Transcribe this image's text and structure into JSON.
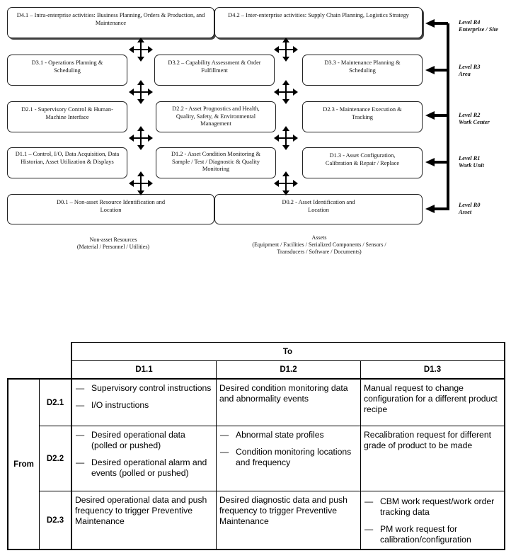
{
  "diagram": {
    "boxes": {
      "d41": "D4.1 – Intra-enterprise activities: Business Planning, Orders & Production, and Maintenance",
      "d42": "D4.2 – Inter-enterprise activities: Supply Chain Planning, Logistics Strategy",
      "d31": "D3.1 - Operations Planning & Scheduling",
      "d32": "D3.2 – Capability Assessment & Order Fulfillment",
      "d33": "D3.3 - Maintenance Planning & Scheduling",
      "d21": "D2.1 - Supervisory Control & Human-Machine Interface",
      "d22": "D2.2 - Asset Prognostics and Health, Quality, Safety, & Environmental Management",
      "d23": "D2.3 - Maintenance Execution & Tracking",
      "d11": "D1.1 – Control, I/O, Data Acquisition, Data Historian, Asset Utilization & Displays",
      "d12": "D1.2 - Asset Condition Monitoring & Sample / Test / Diagnostic & Quality Monitoring",
      "d13": "D1.3 - Asset Configuration, Calibration & Repair / Replace",
      "d01": "D0.1 – Non-asset Resource Identification and Location",
      "d02": "D0.2 - Asset Identification and Location"
    },
    "levels": [
      {
        "name": "Level R4",
        "desc": "Enterprise / Site"
      },
      {
        "name": "Level R3",
        "desc": "Area"
      },
      {
        "name": "Level R2",
        "desc": "Work Center"
      },
      {
        "name": "Level R1",
        "desc": "Work Unit"
      },
      {
        "name": "Level R0",
        "desc": "Asset"
      }
    ],
    "captions": {
      "nonasset_title": "Non-asset Resources",
      "nonasset_detail": "(Material / Personnel / Utilities)",
      "assets_title": "Assets",
      "assets_detail": "(Equipment / Facilities / Serialized Components / Sensors / Transducers / Software / Documents)"
    }
  },
  "table": {
    "to_label": "To",
    "from_label": "From",
    "columns": [
      "D1.1",
      "D1.2",
      "D1.3"
    ],
    "rows": [
      {
        "label": "D2.1",
        "cells": [
          {
            "bullets": [
              "Supervisory control instructions",
              "I/O instructions"
            ]
          },
          {
            "text": "Desired condition monitoring data and abnormality events"
          },
          {
            "text": "Manual request to change configuration for a different product recipe"
          }
        ]
      },
      {
        "label": "D2.2",
        "cells": [
          {
            "bullets": [
              "Desired operational data (polled or pushed)",
              "Desired operational alarm and events (polled or pushed)"
            ]
          },
          {
            "bullets": [
              "Abnormal state profiles",
              "Condition monitoring locations and frequency"
            ]
          },
          {
            "text": "Recalibration request for different grade of product to be made"
          }
        ]
      },
      {
        "label": "D2.3",
        "cells": [
          {
            "text": "Desired operational data and push frequency to trigger Preventive Maintenance"
          },
          {
            "text": "Desired diagnostic data and push frequency to trigger Preventive Maintenance"
          },
          {
            "bullets": [
              "CBM work request/work order tracking data",
              "PM work request for calibration/configuration"
            ]
          }
        ]
      }
    ],
    "bullet_glyph": "—"
  }
}
